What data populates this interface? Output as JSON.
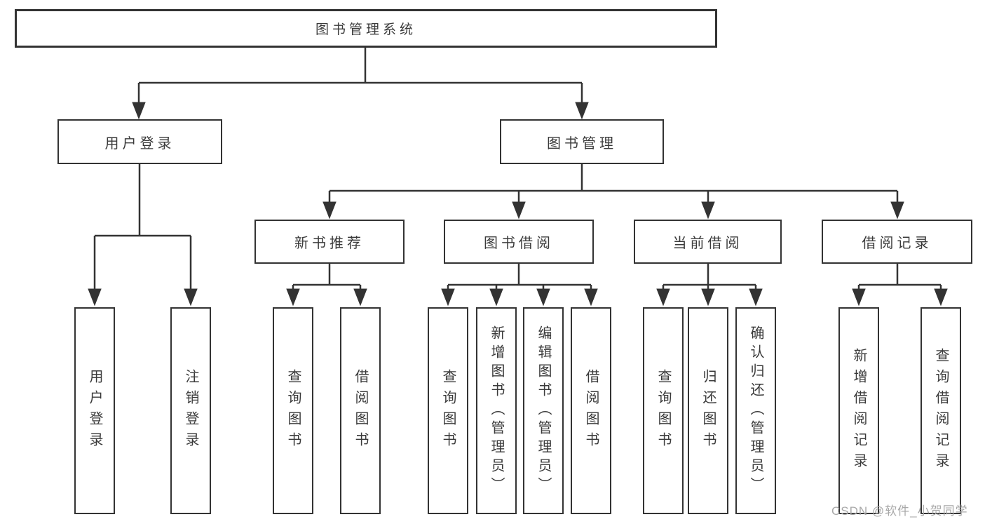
{
  "diagram": {
    "root": {
      "label": "图书管理系统"
    },
    "level2": [
      {
        "label": "用户登录"
      },
      {
        "label": "图书管理"
      }
    ],
    "level3": [
      {
        "label": "新书推荐",
        "parent": "图书管理"
      },
      {
        "label": "图书借阅",
        "parent": "图书管理"
      },
      {
        "label": "当前借阅",
        "parent": "图书管理"
      },
      {
        "label": "借阅记录",
        "parent": "图书管理"
      }
    ],
    "leaves": [
      {
        "label": "用户登录",
        "parent": "用户登录"
      },
      {
        "label": "注销登录",
        "parent": "用户登录"
      },
      {
        "label": "查询图书",
        "parent": "新书推荐"
      },
      {
        "label": "借阅图书",
        "parent": "新书推荐"
      },
      {
        "label": "查询图书",
        "parent": "图书借阅"
      },
      {
        "label": "新增图书（管理员）",
        "parent": "图书借阅"
      },
      {
        "label": "编辑图书（管理员）",
        "parent": "图书借阅"
      },
      {
        "label": "借阅图书",
        "parent": "图书借阅"
      },
      {
        "label": "查询图书",
        "parent": "当前借阅"
      },
      {
        "label": "归还图书",
        "parent": "当前借阅"
      },
      {
        "label": "确认归还（管理员）",
        "parent": "当前借阅"
      },
      {
        "label": "新增借阅记录",
        "parent": "借阅记录"
      },
      {
        "label": "查询借阅记录",
        "parent": "借阅记录"
      }
    ]
  },
  "watermark": {
    "text": "CSDN @软件_小贺同学"
  },
  "colors": {
    "line": "#333333",
    "text": "#3a3a3a",
    "watermark": "#a8a8a8",
    "background": "#ffffff"
  }
}
